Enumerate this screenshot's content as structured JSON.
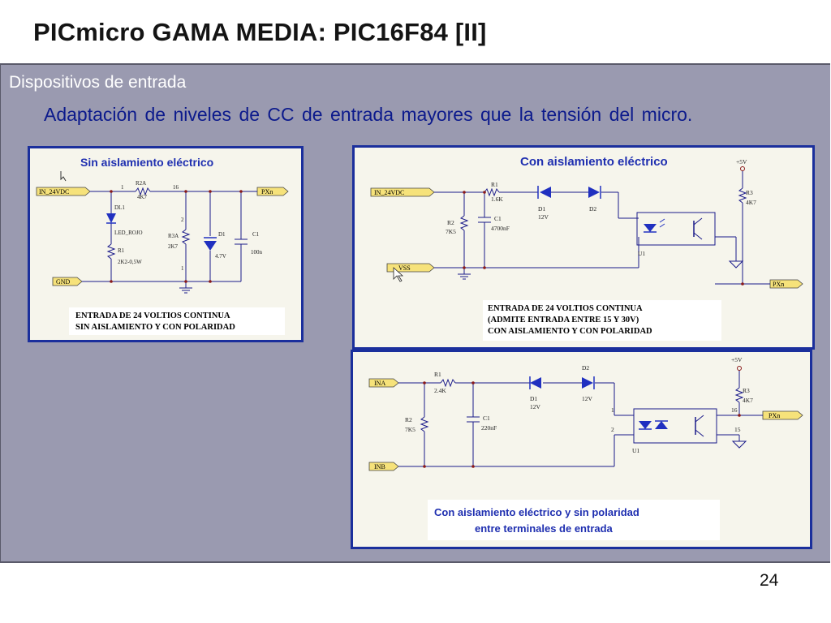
{
  "slide": {
    "title": "PICmicro GAMA MEDIA: PIC16F84 [II]",
    "subtitle": "Dispositivos de entrada",
    "bullet": "Adaptación de niveles de CC de entrada mayores que la tensión del micro.",
    "page_number": "24"
  },
  "panel1": {
    "title": "Sin aislamiento eléctrico",
    "in_label": "IN_24VDC",
    "gnd_label": "GND",
    "out_label": "PXn",
    "r2a": "R2A",
    "r2a_val": "4K7",
    "node1": "1",
    "node16": "16",
    "dl1": "DL1",
    "led": "LED_ROJO",
    "r1": "R1",
    "r1_val": "2K2-0,5W",
    "r3a": "R3A",
    "r3a_val": "2K7",
    "n2": "2",
    "n1": "1",
    "d1": "D1",
    "d1_val": "4.7V",
    "c1": "C1",
    "c1_val": "100n",
    "caption1": "ENTRADA DE 24 VOLTIOS CONTINUA",
    "caption2": "SIN AISLAMIENTO Y CON POLARIDAD"
  },
  "panel2": {
    "title": "Con aislamiento eléctrico",
    "in_label": "IN_24VDC",
    "vss_label": "VSS",
    "out_label": "PXn",
    "r1": "R1",
    "r1_val": "1.6K",
    "r2": "R2",
    "r2_val": "7K5",
    "c1": "C1",
    "c1_val": "4700nF",
    "d1": "D1",
    "d1_val": "12V",
    "d2": "D2",
    "u1": "U1",
    "vcc": "+5V",
    "r3": "R3",
    "r3_val": "4K7",
    "caption1": "ENTRADA DE 24 VOLTIOS CONTINUA",
    "caption2": "(ADMITE ENTRADA ENTRE 15 Y 30V)",
    "caption3": "CON AISLAMIENTO Y CON POLARIDAD"
  },
  "panel3": {
    "ina": "INA",
    "inb": "INB",
    "out_label": "PXn",
    "r1": "R1",
    "r1_val": "2.4K",
    "r2": "R2",
    "r2_val": "7K5",
    "c1": "C1",
    "c1_val": "220nF",
    "d1": "D1",
    "d1_val": "12V",
    "d2": "D2",
    "d2_val": "12V",
    "u1": "U1",
    "vcc": "+5V",
    "r3": "R3",
    "r3_val": "4K7",
    "n1": "1",
    "n2": "2",
    "n15": "15",
    "n16": "16",
    "caption1": "Con aislamiento eléctrico y sin polaridad",
    "caption2": "entre terminales de entrada"
  }
}
